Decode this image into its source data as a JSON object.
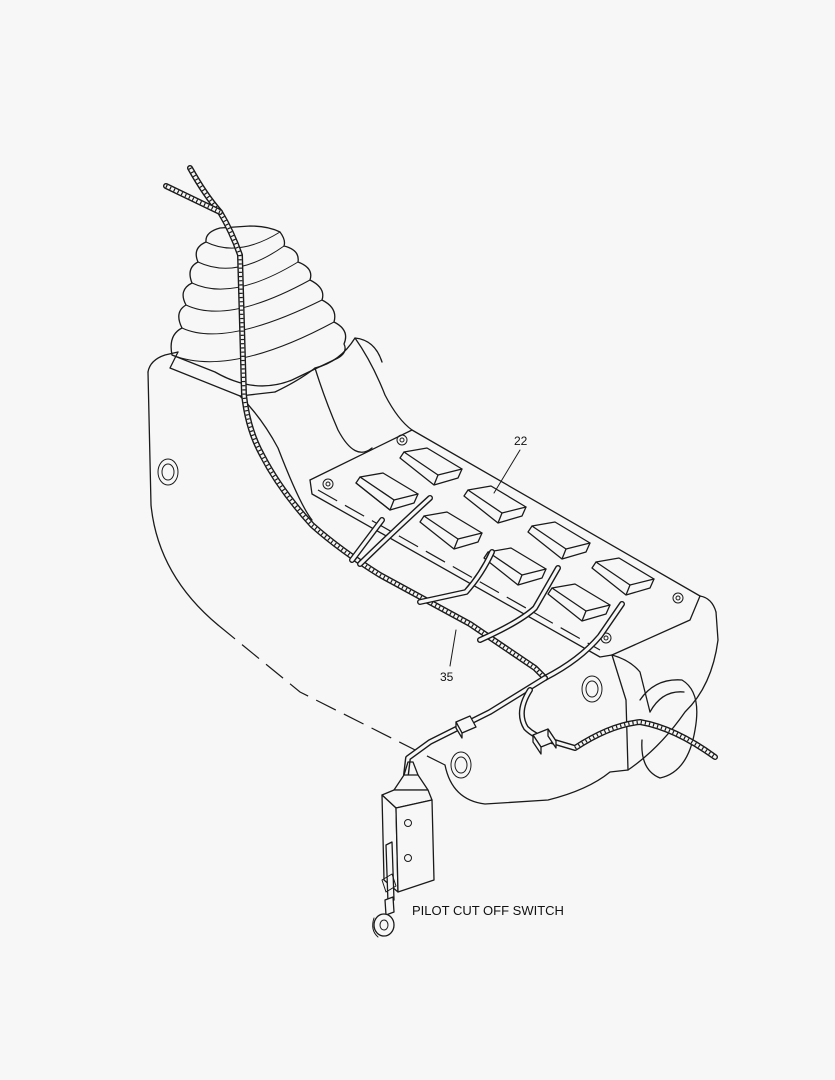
{
  "callouts": {
    "switch_panel": "22",
    "harness": "35"
  },
  "labels": {
    "pilot_switch": "PILOT CUT OFF SWITCH"
  }
}
